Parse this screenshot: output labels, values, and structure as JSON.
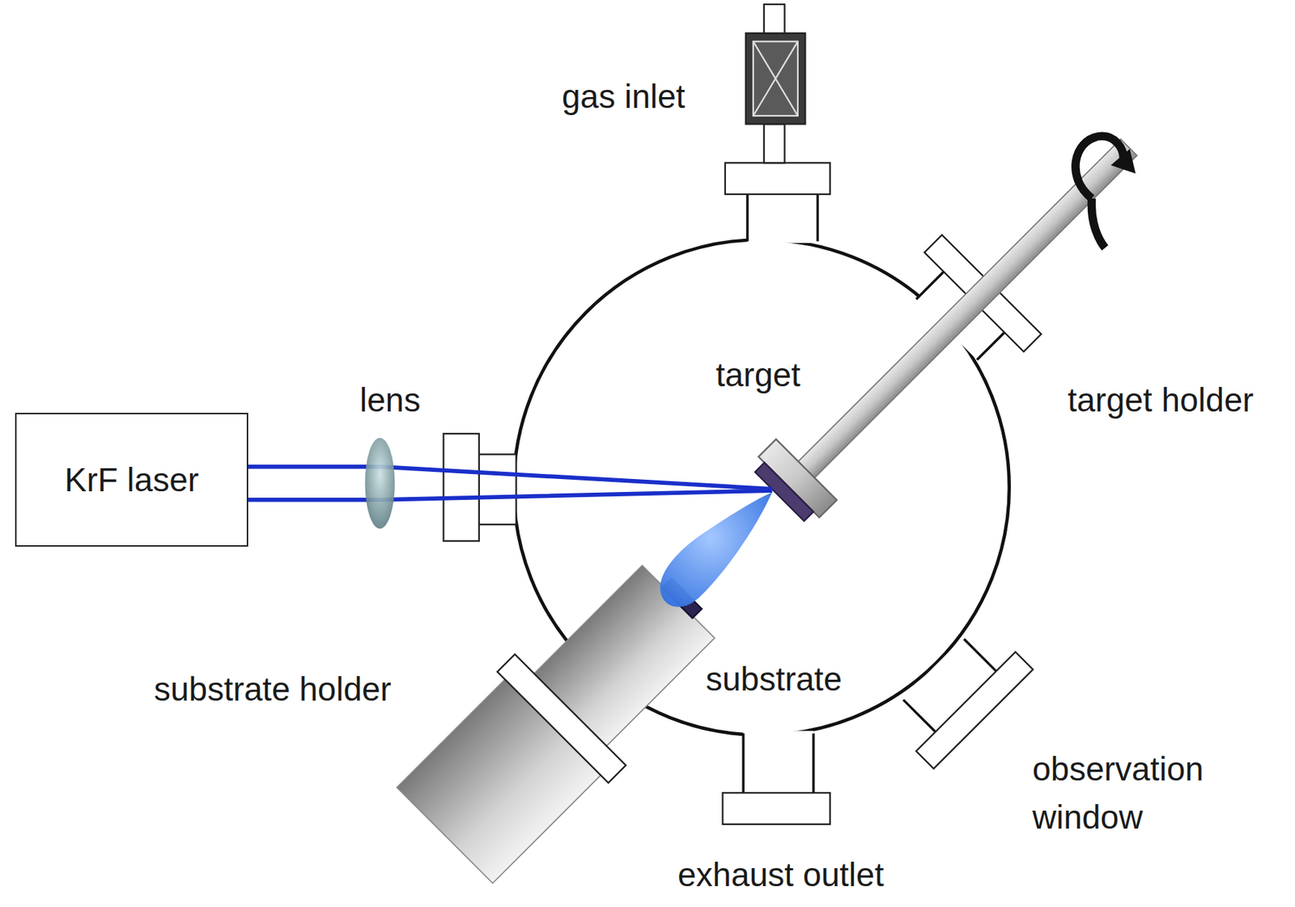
{
  "diagram": {
    "nodes": [
      {
        "text": [
          "KrF laser"
        ]
      }
    ],
    "labels": [
      "gas inlet",
      "lens",
      "target",
      "target holder",
      "substrate holder",
      "substrate",
      "observation window",
      "exhaust outlet"
    ]
  }
}
